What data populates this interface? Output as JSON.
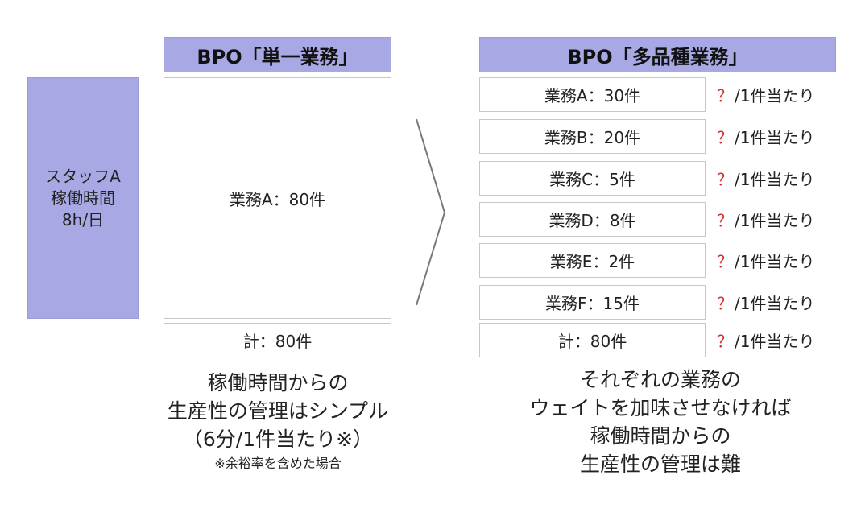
{
  "staff": {
    "lines": [
      "スタッフA",
      "稼働時間",
      "8h/日"
    ]
  },
  "single": {
    "header": "BPO「単一業務」",
    "task": "業務A：80件",
    "total": "計：80件",
    "caption": [
      "稼働時間からの",
      "生産性の管理はシンプル",
      "（6分/1件当たり※）"
    ],
    "note": "※余裕率を含めた場合"
  },
  "multi": {
    "header": "BPO「多品種業務」",
    "tasks": [
      {
        "label": "業務A：30件",
        "mark": "？",
        "rate": "/1件当たり"
      },
      {
        "label": "業務B：20件",
        "mark": "？",
        "rate": "/1件当たり"
      },
      {
        "label": "業務C：5件",
        "mark": "？",
        "rate": "/1件当たり"
      },
      {
        "label": "業務D：8件",
        "mark": "？",
        "rate": "/1件当たり"
      },
      {
        "label": "業務E：2件",
        "mark": "？",
        "rate": "/1件当たり"
      },
      {
        "label": "業務F：15件",
        "mark": "？",
        "rate": "/1件当たり"
      }
    ],
    "total": {
      "label": "計：80件",
      "mark": "？",
      "rate": "/1件当たり"
    },
    "caption": [
      "それぞれの業務の",
      "ウェイトを加味させなければ",
      "稼働時間からの",
      "生産性の管理は難"
    ]
  },
  "colors": {
    "header_fill": "#a7a8e4",
    "box_border": "#c7c7c7",
    "question_mark": "#d52b2b",
    "arrow_stroke": "#777777"
  }
}
